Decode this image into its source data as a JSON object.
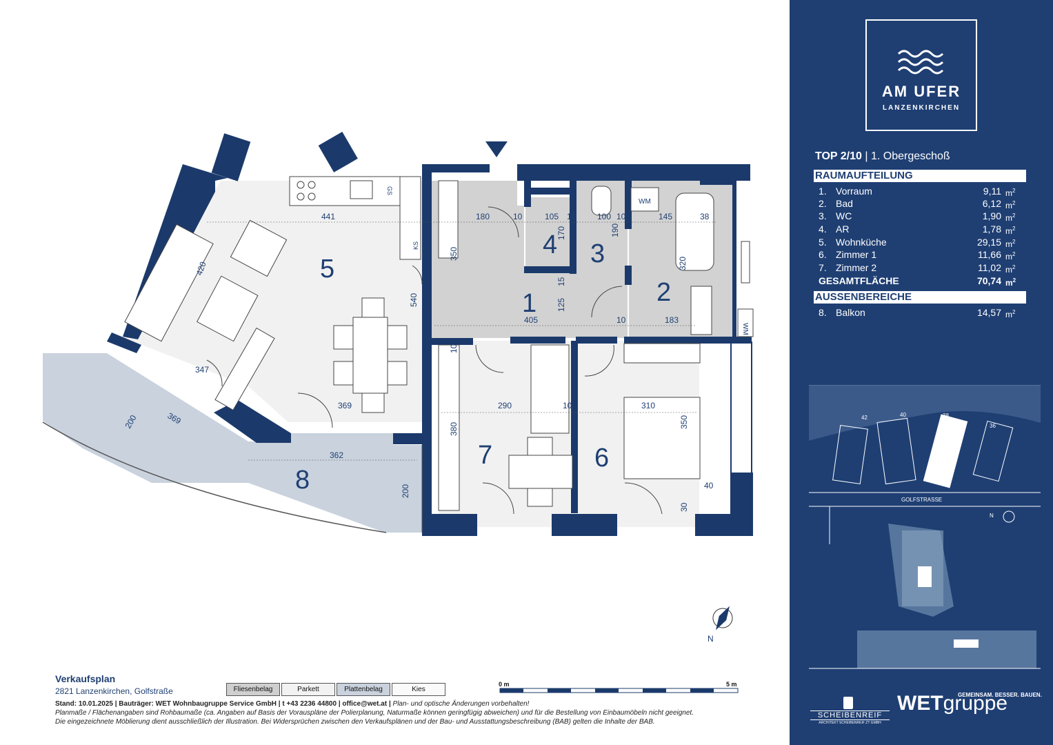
{
  "rooms": {
    "r1": "1",
    "r2": "2",
    "r3": "3",
    "r4": "4",
    "r5": "5",
    "r6": "6",
    "r7": "7",
    "r8": "8"
  },
  "dims": {
    "d441": "441",
    "d180": "180",
    "d10a": "10",
    "d105": "105",
    "d10b": "10",
    "d100": "100",
    "d10c": "10",
    "d145": "145",
    "d38": "38",
    "d170": "170",
    "d190": "190",
    "d15": "15",
    "d125": "125",
    "d350a": "350",
    "d540": "540",
    "d420": "420",
    "d320": "320",
    "d405": "405",
    "d10d": "10",
    "d183": "183",
    "d10e": "10",
    "d290": "290",
    "d10f": "10",
    "d310": "310",
    "d350b": "350",
    "d380": "380",
    "d347": "347",
    "d369a": "369",
    "d369b": "369",
    "d200a": "200",
    "d362": "362",
    "d200b": "200",
    "d40": "40",
    "d30": "30",
    "ks": "KS",
    "wm1": "WM",
    "wm2": "WM",
    "gs": "GS"
  },
  "north": "N",
  "scale": {
    "start": "0 m",
    "end": "5 m"
  },
  "title_block": {
    "title": "Verkaufsplan",
    "address": "2821 Lanzenkirchen, Golfstraße",
    "legend": [
      "Fliesenbelag",
      "Parkett",
      "Plattenbelag",
      "Kies"
    ],
    "line1_bold": "Stand: 10.01.2025 | Bauträger:  WET Wohnbaugruppe Service GmbH  |  t  +43  2236  44800  |  office@wet.at  |",
    "line1_italic": "Plan- und optische Änderungen vorbehalten!",
    "line2": "Planmaße / Flächenangaben sind Rohbaumaße (ca. Angaben auf Basis der Vorauspläne der Polierplanung, Naturmaße können geringfügig abweichen) und für die Bestellung von Einbaumöbeln nicht geeignet.",
    "line3": "Die eingezeichnete Möblierung dient ausschließlich der Illustration. Bei Widersprüchen zwischen den Verkaufsplänen und der Bau- und Ausstattungsbeschreibung (BAB) gelten die Inhalte der BAB."
  },
  "sidebar": {
    "logo_line1": "AM UFER",
    "logo_line2": "LANZENKIRCHEN",
    "top_bold": "TOP 2/10",
    "top_rest": " | 1. Obergeschoß",
    "raum_header": "RAUMAUFTEILUNG",
    "raum": [
      {
        "n": "1.",
        "label": "Vorraum",
        "value": "9,11",
        "unit": "m"
      },
      {
        "n": "2.",
        "label": "Bad",
        "value": "6,12",
        "unit": "m"
      },
      {
        "n": "3.",
        "label": "WC",
        "value": "1,90",
        "unit": "m"
      },
      {
        "n": "4.",
        "label": "AR",
        "value": "1,78",
        "unit": "m"
      },
      {
        "n": "5.",
        "label": "Wohnküche",
        "value": "29,15",
        "unit": "m"
      },
      {
        "n": "6.",
        "label": "Zimmer 1",
        "value": "11,66",
        "unit": "m"
      },
      {
        "n": "7.",
        "label": "Zimmer 2",
        "value": "11,02",
        "unit": "m"
      }
    ],
    "gesamt_label": "GESAMTFLÄCHE",
    "gesamt_value": "70,74",
    "gesamt_unit": "m",
    "aussen_header": "AUSSENBEREICHE",
    "aussen": [
      {
        "n": "8.",
        "label": "Balkon",
        "value": "14,57",
        "unit": "m"
      }
    ],
    "sup": "2",
    "site_labels": {
      "h42": "42",
      "h40": "40",
      "h38": "38",
      "h36": "36",
      "street": "GOLFSTRASSE",
      "north": "N"
    },
    "architect": "SCHEIBENREIF",
    "architect_sub": "ARCHITEKT SCHEIBENREIF ZT GMBH",
    "brand_bold": "WET",
    "brand_light": "gruppe",
    "brand_tag": "GEMEINSAM. BESSER. BAUEN."
  },
  "colors": {
    "navy": "#1f3f73",
    "wall": "#1b3a6b",
    "tile": "#cfcfcf",
    "parkett": "#f2f2f2",
    "balcony": "#c9d2dd"
  }
}
